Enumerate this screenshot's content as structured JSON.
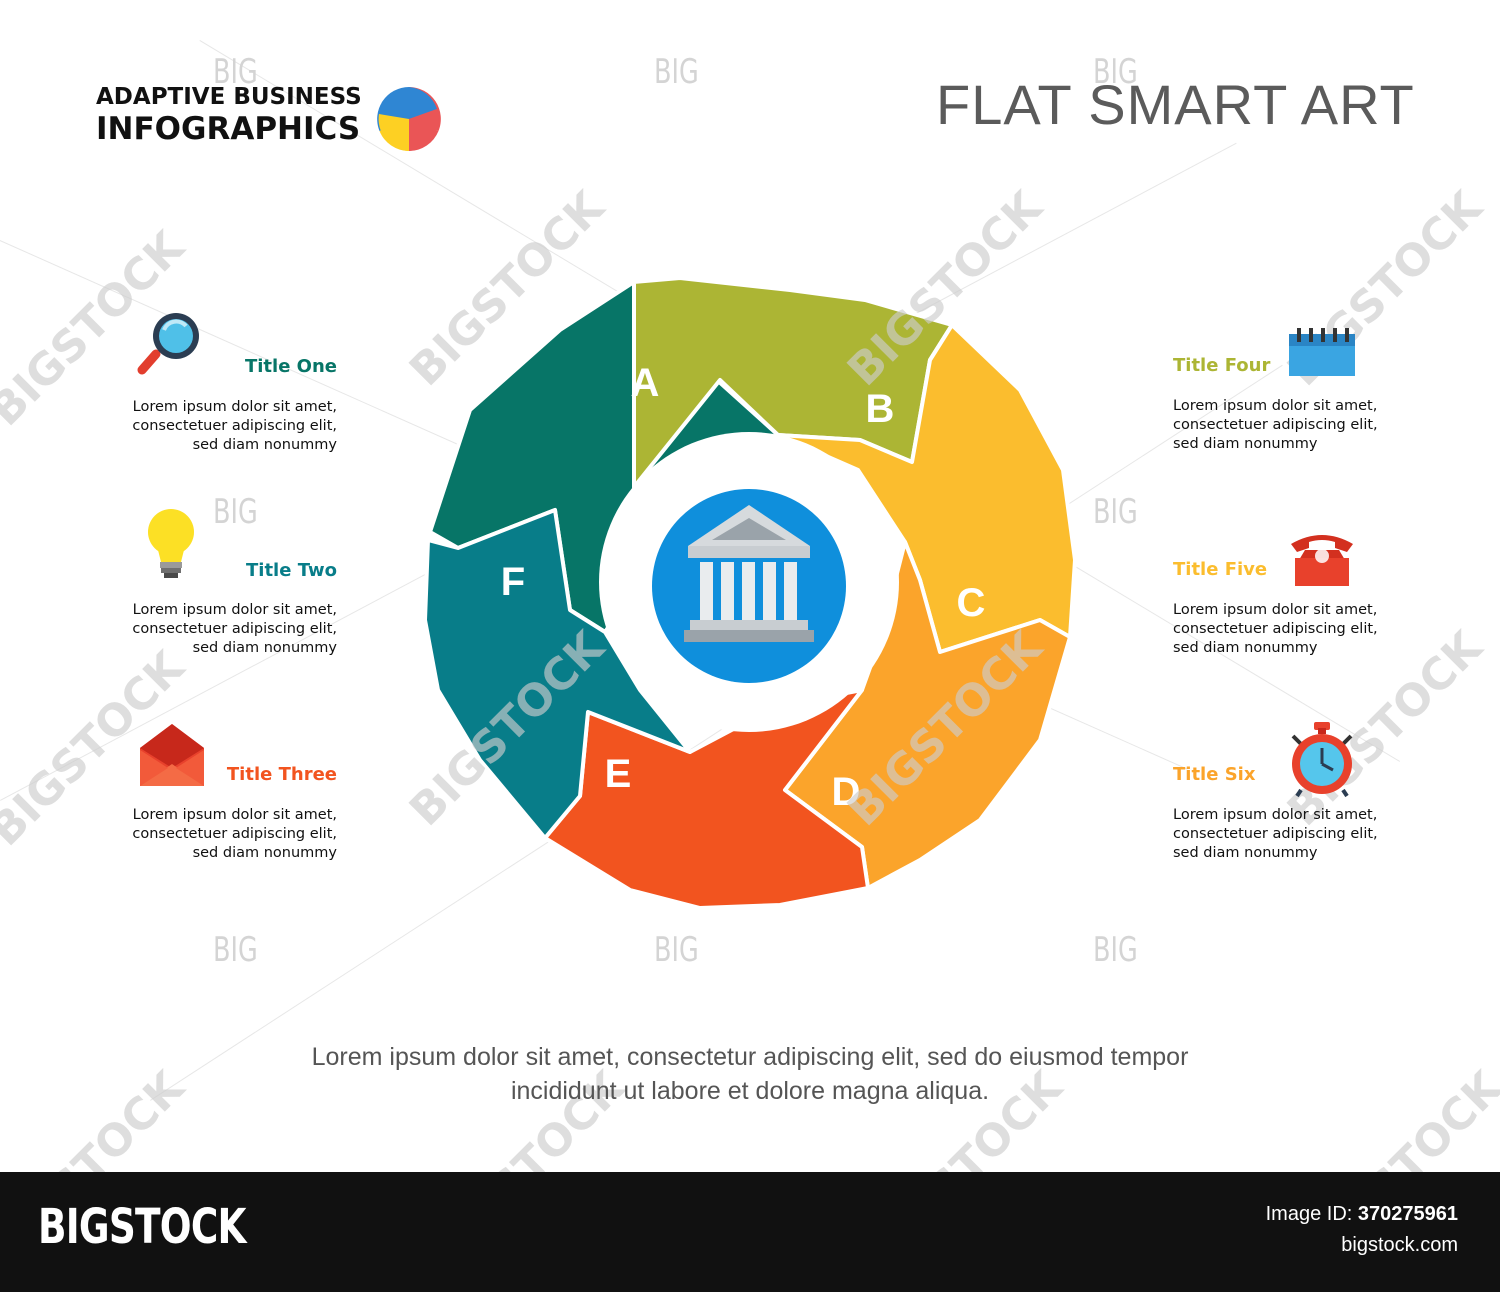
{
  "brand": {
    "line1": "ADAPTIVE BUSINESS",
    "line2": "INFOGRAPHICS"
  },
  "title": "FLAT SMART ART",
  "watermark": {
    "big": "BIG",
    "stock": "BIGSTOCK"
  },
  "diagram": {
    "center_icon": "bank-building-icon",
    "segments": [
      {
        "letter": "A",
        "color": "#077567"
      },
      {
        "letter": "B",
        "color": "#acb534"
      },
      {
        "letter": "C",
        "color": "#fbbd2e"
      },
      {
        "letter": "D",
        "color": "#fba42b"
      },
      {
        "letter": "E",
        "color": "#f2541f"
      },
      {
        "letter": "F",
        "color": "#087d89"
      }
    ]
  },
  "items": [
    {
      "title": "Title One",
      "color": "#077567",
      "icon": "magnifier-icon",
      "lines": [
        "Lorem ipsum dolor sit amet,",
        "consectetuer adipiscing elit,",
        "sed diam nonummy"
      ]
    },
    {
      "title": "Title Two",
      "color": "#087d89",
      "icon": "light-bulb-icon",
      "lines": [
        "Lorem ipsum dolor sit amet,",
        "consectetuer adipiscing elit,",
        "sed diam nonummy"
      ]
    },
    {
      "title": "Title Three",
      "color": "#f2541f",
      "icon": "envelope-icon",
      "lines": [
        "Lorem ipsum dolor sit amet,",
        "consectetuer adipiscing elit,",
        "sed diam nonummy"
      ]
    },
    {
      "title": "Title Four",
      "color": "#acb534",
      "icon": "calendar-icon",
      "lines": [
        "Lorem ipsum dolor sit amet,",
        "consectetuer adipiscing elit,",
        "sed diam nonummy"
      ]
    },
    {
      "title": "Title Five",
      "color": "#fbbd2e",
      "icon": "telephone-icon",
      "lines": [
        "Lorem ipsum dolor sit amet,",
        "consectetuer adipiscing elit,",
        "sed diam nonummy"
      ]
    },
    {
      "title": "Title Six",
      "color": "#fba42b",
      "icon": "alarm-clock-icon",
      "lines": [
        "Lorem ipsum dolor sit amet,",
        "consectetuer adipiscing elit,",
        "sed diam nonummy"
      ]
    }
  ],
  "footer": {
    "line1": "Lorem ipsum dolor sit amet, consectetur adipiscing elit, sed do eiusmod tempor",
    "line2": "incididunt ut labore et dolore magna aliqua."
  },
  "bottom_bar": {
    "logo": "BIGSTOCK",
    "id_label": "Image ID:",
    "id_value": "370275961",
    "url": "bigstock.com"
  }
}
